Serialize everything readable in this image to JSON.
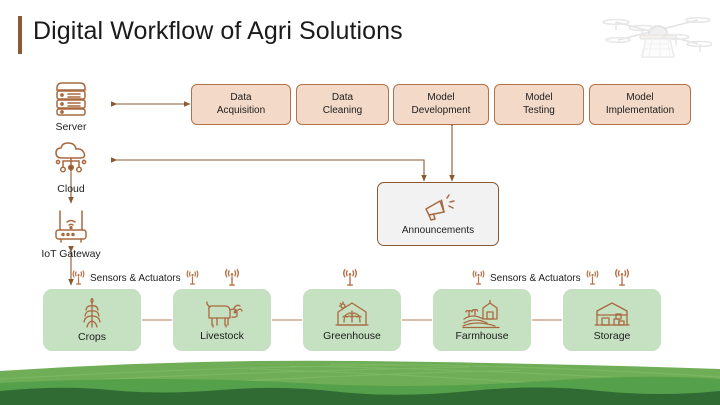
{
  "header": {
    "title": "Digital Workflow of Agri Solutions",
    "accent_bar_color": "#8a5a33",
    "drone_icon": "drone-icon"
  },
  "theme": {
    "process_fill": "#f3d9c8",
    "process_border": "#b5724a",
    "node_fill": "#c6e0c2",
    "announce_fill": "#f2f2f2",
    "announce_border": "#8a5a33",
    "connector": "#8a5a33",
    "icon_stroke": "#a9693f",
    "grass_light": "#6aab52",
    "grass_mid": "#4f9945",
    "grass_dark": "#2f6b33"
  },
  "infrastructure": [
    {
      "id": "server",
      "label": "Server",
      "icon": "server-icon"
    },
    {
      "id": "cloud",
      "label": "Cloud",
      "icon": "cloud-icon"
    },
    {
      "id": "iot",
      "label": "IoT Gateway",
      "icon": "router-icon"
    }
  ],
  "pipeline": [
    {
      "id": "data-acquisition",
      "label": "Data\nAcquisition",
      "line1": "Data",
      "line2": "Acquisition"
    },
    {
      "id": "data-cleaning",
      "label": "Data\nCleaning",
      "line1": "Data",
      "line2": "Cleaning"
    },
    {
      "id": "model-development",
      "label": "Model\nDevelopment",
      "line1": "Model",
      "line2": "Development"
    },
    {
      "id": "model-testing",
      "label": "Model\nTesting",
      "line1": "Model",
      "line2": "Testing"
    },
    {
      "id": "model-implementation",
      "label": "Model\nImplementation",
      "line1": "Model",
      "line2": "Implementation"
    }
  ],
  "announcements": {
    "label": "Announcements",
    "icon": "megaphone-icon"
  },
  "farm_nodes": [
    {
      "id": "crops",
      "label": "Crops",
      "icon": "wheat-icon",
      "antenna": true
    },
    {
      "id": "livestock",
      "label": "Livestock",
      "icon": "cow-icon",
      "antenna": false
    },
    {
      "id": "greenhouse",
      "label": "Greenhouse",
      "icon": "greenhouse-icon",
      "antenna": true
    },
    {
      "id": "farmhouse",
      "label": "Farmhouse",
      "icon": "farmhouse-icon",
      "antenna": false
    },
    {
      "id": "storage",
      "label": "Storage",
      "icon": "warehouse-icon",
      "antenna": true
    }
  ],
  "sensor_labels": {
    "left": "Sensors & Actuators",
    "right": "Sensors & Actuators",
    "icon": "antenna-signal-icon"
  }
}
